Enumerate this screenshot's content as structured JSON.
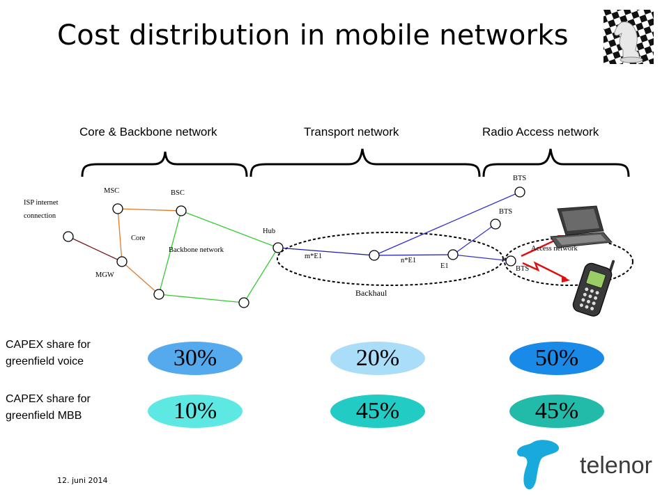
{
  "slide": {
    "title": "Cost distribution in mobile networks",
    "date": "12. juni 2014"
  },
  "sections": [
    {
      "label": "Core & Backbone network"
    },
    {
      "label": "Transport network"
    },
    {
      "label": "Radio Access network"
    }
  ],
  "diagram": {
    "labels": {
      "isp_line1": "ISP internet",
      "isp_line2": "connection",
      "msc": "MSC",
      "bsc": "BSC",
      "core": "Core",
      "mgw": "MGW",
      "backbone": "Backbone network",
      "hub": "Hub",
      "m_e1": "m*E1",
      "n_e1": "n*E1",
      "e1": "E1",
      "backhaul": "Backhaul",
      "bts_top": "BTS",
      "bts_mid": "BTS",
      "bts_low": "BTS",
      "access_network": "Access network"
    },
    "colors": {
      "core_link": "#e07a2a",
      "isp_link": "#7a1a1a",
      "backbone_link": "#33cc33",
      "transport_link": "#1a1aaa",
      "radio_link": "#3333cc",
      "radio_signal": "#dd1111"
    }
  },
  "capex": {
    "voice": {
      "label_line1": "CAPEX share for",
      "label_line2": "greenfield voice",
      "core": "30%",
      "transport": "20%",
      "radio": "50%"
    },
    "mbb": {
      "label_line1": "CAPEX share for",
      "label_line2": "greenfield MBB",
      "core": "10%",
      "transport": "45%",
      "radio": "45%"
    }
  },
  "pill_colors": {
    "voice_core": "#55aaee",
    "voice_transport": "#aaddf8",
    "voice_radio": "#1a8ae8",
    "mbb_core": "#5ee8e4",
    "mbb_transport": "#22ccc4",
    "mbb_radio": "#22bbaa"
  },
  "icons": [
    "chess-knight-logo-icon",
    "laptop-icon",
    "mobile-phone-icon",
    "telenor-logo-icon"
  ],
  "brand": {
    "name": "telenor",
    "color": "#19aadd"
  }
}
